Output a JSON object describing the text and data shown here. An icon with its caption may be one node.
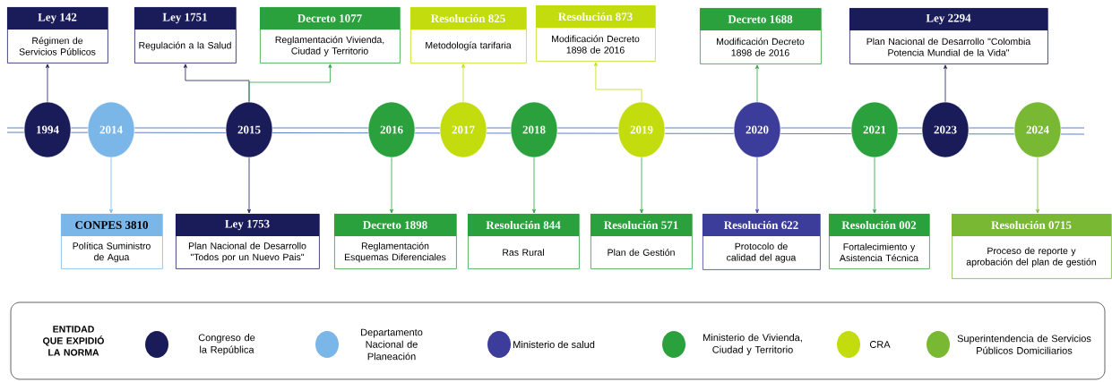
{
  "diagram": {
    "nodes": [
      {
        "text": [
          "1994"
        ]
      },
      {
        "text": [
          "2014"
        ]
      },
      {
        "text": [
          "2015"
        ]
      },
      {
        "text": [
          "2016"
        ]
      },
      {
        "text": [
          "2017"
        ]
      },
      {
        "text": [
          "2018"
        ]
      },
      {
        "text": [
          "2019"
        ]
      },
      {
        "text": [
          "2020"
        ]
      },
      {
        "text": [
          "2021"
        ]
      },
      {
        "text": [
          "2023"
        ]
      },
      {
        "text": [
          "2024"
        ]
      },
      {
        "text": [
          "Ley 142",
          "Régimen de Servicios Públicos"
        ]
      },
      {
        "text": [
          "Ley 1751",
          "Regulación a la Salud"
        ]
      },
      {
        "text": [
          "Decreto 1077",
          "Reglamentación Vivienda, Ciudad y Territorio"
        ]
      },
      {
        "text": [
          "Resolución 825",
          "Metodología tarifaria"
        ]
      },
      {
        "text": [
          "Resolución 873",
          "Modificación Decreto 1898 de 2016"
        ]
      },
      {
        "text": [
          "Decreto 1688",
          "Modificación Decreto 1898 de 2016"
        ]
      },
      {
        "text": [
          "Ley 2294",
          "Plan Nacional de Desarrollo \"Colombia Potencia Mundial de la Vida\""
        ]
      },
      {
        "text": [
          "CONPES 3810",
          "Política Suministro de Agua"
        ]
      },
      {
        "text": [
          "Ley 1753",
          "Plan Nacional de Desarrollo \"Todos por un Nuevo Pais\""
        ]
      },
      {
        "text": [
          "Decreto 1898",
          "Reglamentación Esquemas Diferenciales"
        ]
      },
      {
        "text": [
          "Resolución 844",
          "Ras Rural"
        ]
      },
      {
        "text": [
          "Resolución 571",
          "Plan de Gestión"
        ]
      },
      {
        "text": [
          "Resolución 622",
          "Protocolo de calidad del agua"
        ]
      },
      {
        "text": [
          "Resolución 002",
          "Fortalecimiento y Asistencia Técnica"
        ]
      },
      {
        "text": [
          "Resolución 0715",
          "Proceso de reporte y aprobación del plan de gestión"
        ]
      }
    ],
    "edges": [
      {
        "from": 0,
        "to": 11,
        "arrow": "to",
        "color": "#1a1c5a"
      },
      {
        "from": 2,
        "to": 12,
        "arrow": "to",
        "color": "#1a1c5a"
      },
      {
        "from": 2,
        "to": 13,
        "arrow": "to",
        "color": "#2aa13d"
      },
      {
        "from": 4,
        "to": 14,
        "arrow": "to",
        "color": "#c2dc0e"
      },
      {
        "from": 6,
        "to": 15,
        "arrow": "to",
        "color": "#c2dc0e"
      },
      {
        "from": 7,
        "to": 16,
        "arrow": "to",
        "color": "#2aa13d"
      },
      {
        "from": 9,
        "to": 17,
        "arrow": "to",
        "color": "#1a1c5a"
      },
      {
        "from": 1,
        "to": 18,
        "arrow": "to",
        "color": "#7ab6e8"
      },
      {
        "from": 2,
        "to": 19,
        "arrow": "to",
        "color": "#1a1c5a"
      },
      {
        "from": 3,
        "to": 20,
        "arrow": "to",
        "color": "#2aa13d"
      },
      {
        "from": 5,
        "to": 21,
        "arrow": "to",
        "color": "#2aa13d"
      },
      {
        "from": 6,
        "to": 22,
        "arrow": "to",
        "color": "#2aa13d"
      },
      {
        "from": 7,
        "to": 23,
        "arrow": "to",
        "color": "#3c3c9a"
      },
      {
        "from": 8,
        "to": 24,
        "arrow": "to",
        "color": "#2aa13d"
      },
      {
        "from": 10,
        "to": 25,
        "arrow": "to",
        "color": "#78b833"
      }
    ],
    "labels": [
      "ENTIDAD QUE EXPIDIÓ LA NORMA"
    ],
    "legend": [
      {
        "text": "Congreso de la República",
        "color": "#1a1c5a"
      },
      {
        "text": "Departamento Nacional de Planeación",
        "color": "#7ab6e8"
      },
      {
        "text": "Ministerio de salud",
        "color": "#3c3c9a"
      },
      {
        "text": "Ministerio de Vivienda, Ciudad y Territorio",
        "color": "#2aa13d"
      },
      {
        "text": "CRA",
        "color": "#c2dc0e"
      },
      {
        "text": "Superintendencia de Servicios Públicos Domiciliarios",
        "color": "#78b833"
      }
    ]
  }
}
